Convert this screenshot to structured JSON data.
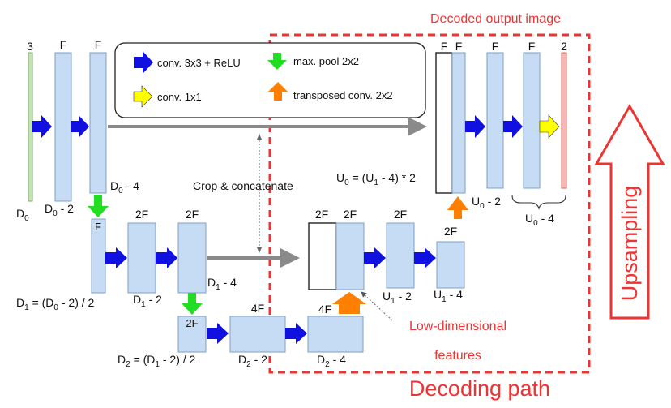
{
  "colors": {
    "block_fill": "#c6dcf5",
    "block_stroke": "#7f9fc4",
    "input_fill": "#c4e3b2",
    "input_stroke": "#7faa6a",
    "output_fill": "#f4b7b5",
    "output_stroke": "#d06a66",
    "conv_arrow": "#1010e0",
    "pool_arrow": "#22dd22",
    "upconv_arrow": "#ff7f00",
    "conv1x1_arrow": "#ffff00",
    "skip_arrow": "#8a8a8a",
    "red_accent": "#ee3333"
  },
  "legend": {
    "conv": "conv. 3x3 + ReLU",
    "pool": "max. pool 2x2",
    "conv1x1": "conv. 1x1",
    "upconv": "transposed conv. 2x2"
  },
  "top_labels": {
    "input_channels": "3",
    "enc1_a": "F",
    "enc1_b": "F",
    "dec1_concat": "F",
    "dec1_up": "F",
    "dec1_c": "F",
    "dec1_d": "F",
    "output_channels": "2",
    "enc2_pool": "F",
    "enc2_a": "2F",
    "enc2_b": "2F",
    "dec2_concat": "2F",
    "dec2_up": "2F",
    "dec2_c": "2F",
    "dec2_d": "2F",
    "enc3_pool": "2F",
    "enc3_a": "4F",
    "enc3_b": "4F"
  },
  "dimensions": {
    "D0": "D",
    "D0_sub": "0",
    "D0m2": "D",
    "D0m2_sub": "0",
    "D0m2_tail": " - 2",
    "D0m4": "D",
    "D0m4_sub": "0",
    "D0m4_tail": " - 4",
    "D1": "D",
    "D1_sub": "1",
    "D1_mid": " = (D",
    "D1_sub2": "0",
    "D1_tail": " - 2) / 2",
    "D1m2": "D",
    "D1m2_sub": "1",
    "D1m2_tail": " - 2",
    "D1m4": "D",
    "D1m4_sub": "1",
    "D1m4_tail": " - 4",
    "D2": "D",
    "D2_sub": "2",
    "D2_mid": " = (D",
    "D2_sub2": "1",
    "D2_tail": " - 2) / 2",
    "D2m2": "D",
    "D2m2_sub": "2",
    "D2m2_tail": " - 2",
    "D2m4": "D",
    "D2m4_sub": "2",
    "D2m4_tail": " - 4",
    "U0": "U",
    "U0_sub": "0",
    "U0_mid": " = (U",
    "U0_sub2": "1",
    "U0_tail": " - 4) * 2",
    "U0m2": "U",
    "U0m2_sub": "0",
    "U0m2_tail": " - 2",
    "U0m4": "U",
    "U0m4_sub": "0",
    "U0m4_tail": " - 4",
    "U1m2": "U",
    "U1m2_sub": "1",
    "U1m2_tail": " - 2",
    "U1m4": "U",
    "U1m4_sub": "1",
    "U1m4_tail": " - 4"
  },
  "annotations": {
    "crop_concat": "Crop & concatenate",
    "decoded_output": "Decoded output image",
    "low_dim_1": "Low-dimensional",
    "low_dim_2": "features",
    "decoding_path": "Decoding path",
    "upsampling": "Upsampling"
  }
}
